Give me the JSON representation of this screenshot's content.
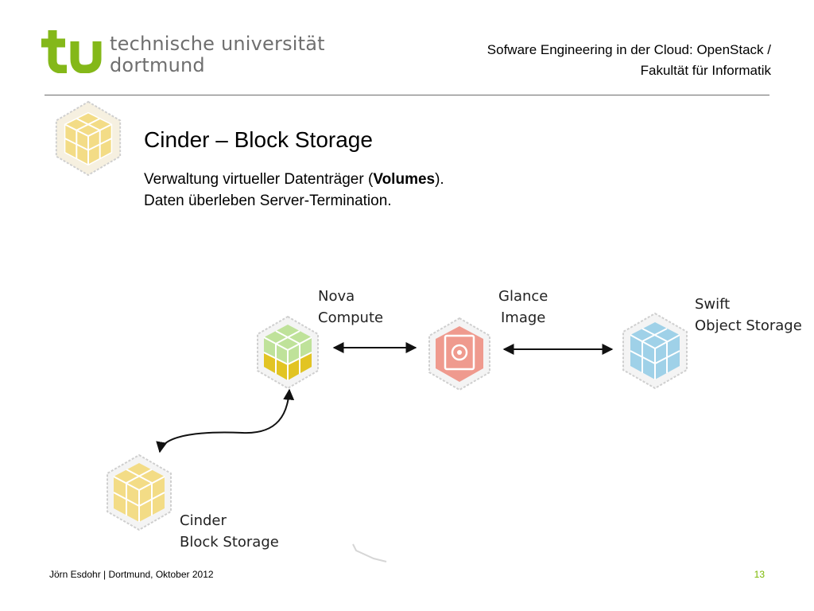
{
  "header": {
    "university_line1": "technische universität",
    "university_line2": "dortmund",
    "title_line1": "Sofware Engineering in der Cloud: OpenStack /",
    "title_line2": "Fakultät für Informatik"
  },
  "slide": {
    "title": "Cinder – Block Storage",
    "body_line1_before": "Verwaltung virtueller Datenträger (",
    "body_line1_bold": "Volumes",
    "body_line1_after": ").",
    "body_line2": "Daten überleben Server-Termination."
  },
  "diagram": {
    "nova": {
      "line1": "Nova",
      "line2": "Compute"
    },
    "glance": {
      "line1": "Glance",
      "line2": "Image"
    },
    "swift": {
      "line1": "Swift",
      "line2": "Object Storage"
    },
    "cinder": {
      "line1": "Cinder",
      "line2": "Block Storage"
    }
  },
  "footer": {
    "left": "Jörn Esdohr | Dortmund, Oktober 2012",
    "page_number": "13"
  },
  "colors": {
    "tu_green": "#84b819",
    "cinder_yellow": "#f3dc86",
    "nova_green": "#bfe29a",
    "nova_gold": "#e2c423",
    "glance_salmon": "#ef9a8e",
    "swift_blue": "#9fd1e8",
    "page_number": "#7ab800"
  }
}
